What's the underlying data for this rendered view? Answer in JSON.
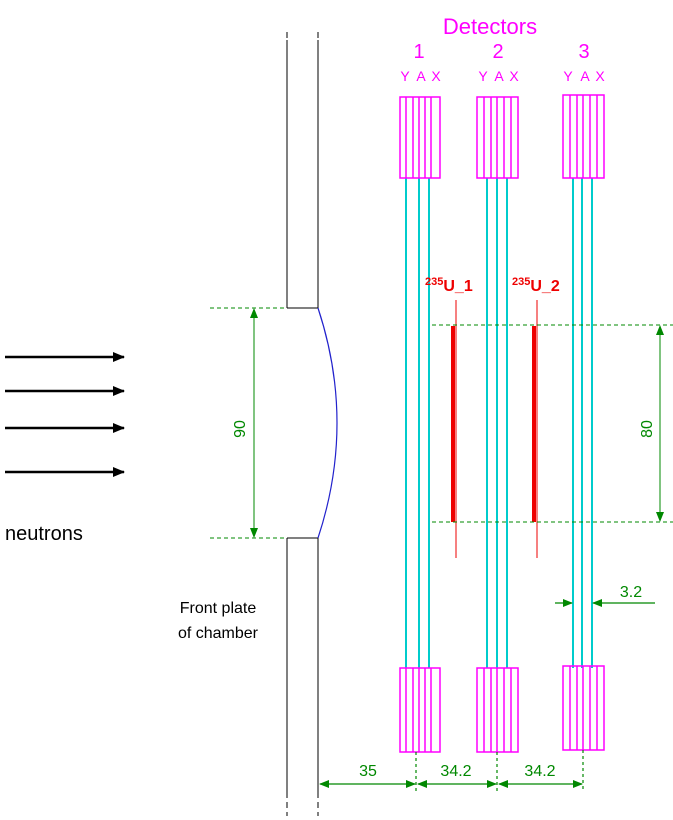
{
  "title": "Detectors",
  "detectors": [
    {
      "number": "1",
      "planes": [
        "Y",
        "A",
        "X"
      ]
    },
    {
      "number": "2",
      "planes": [
        "Y",
        "A",
        "X"
      ]
    },
    {
      "number": "3",
      "planes": [
        "Y",
        "A",
        "X"
      ]
    }
  ],
  "targets": [
    {
      "mass": "235",
      "label": "U_1"
    },
    {
      "mass": "235",
      "label": "U_2"
    }
  ],
  "beam_label": "neutrons",
  "front_plate": {
    "line1": "Front plate",
    "line2": "of chamber"
  },
  "dimensions": {
    "window_height": "90",
    "target_height": "80",
    "detector_gap": "3.2",
    "spacing": [
      "35",
      "34.2",
      "34.2"
    ]
  },
  "colors": {
    "detector": "#ff00ff",
    "wire": "#00cccc",
    "target": "#ee0000",
    "dimension": "#008800",
    "window": "#2222cc"
  }
}
